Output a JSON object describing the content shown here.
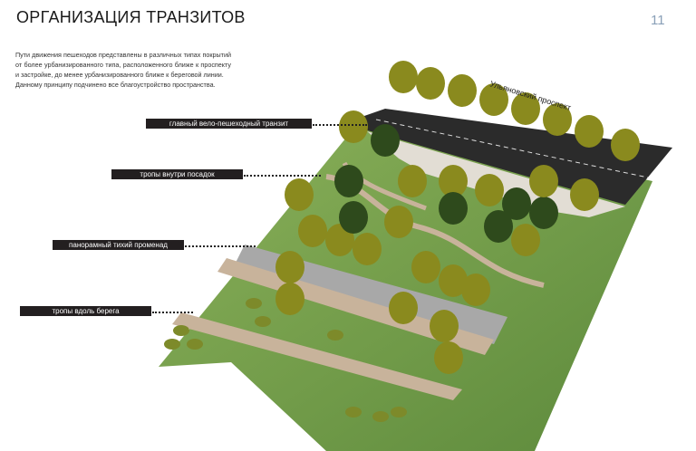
{
  "page": {
    "title": "ОРГАНИЗАЦИЯ ТРАНЗИТОВ",
    "page_number": "11",
    "description": [
      "Пути движения пешеходов представлены в различных типах покрытий от более урбанизированного типа, расположенного ближе к проспекту и застройке, до менее урбанизированного ближе к береговой линии.",
      "Данному принципу подчинено все благоустройство пространства."
    ]
  },
  "plan": {
    "street_name": "Ульяновский проспект",
    "labels": [
      "главный вело-пешеходный транзит",
      "тропы внутри посадок",
      "панорамный тихий променад",
      "тропы вдоль берега"
    ]
  },
  "colors": {
    "grass": "#7aa04e",
    "road": "#2a2a2a",
    "path": "#c9b49c",
    "promenade": "#a9a9a9",
    "tree_olive": "#8a8a1e",
    "tree_dark": "#2e4a1c"
  }
}
